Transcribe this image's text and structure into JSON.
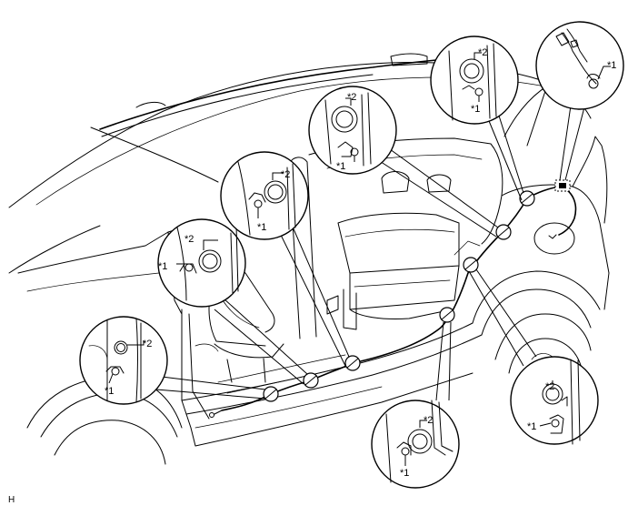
{
  "callouts": {
    "c1": "*1",
    "c2": "*2"
  },
  "diagram_code": "H",
  "colors": {
    "line": "#000000",
    "background": "#ffffff"
  }
}
